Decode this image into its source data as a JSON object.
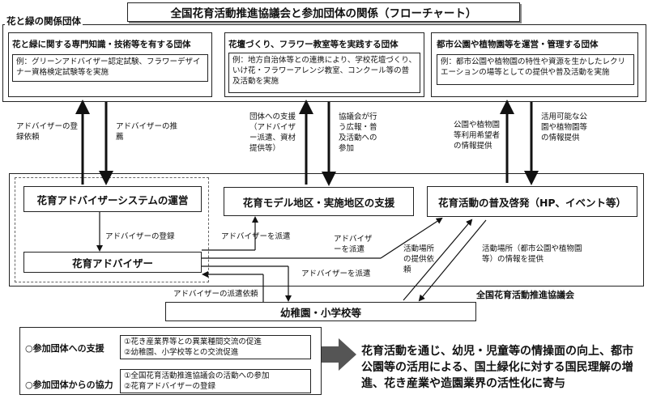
{
  "title": "全国花育活動推進協議会と参加団体の関係（フローチャート）",
  "groups": {
    "related_label": "花と緑の関係団体",
    "council_label": "全国花育活動推進協議会"
  },
  "orgs": [
    {
      "heading": "花と緑に関する専門知識・技術等を有する団体",
      "example": "例：グリーンアドバイザー認定試験、フラワーデザイナー資格検定試験等を実施"
    },
    {
      "heading": "花壇づくり、フラワー教室等を実践する団体",
      "example": "例：地方自治体等との連携により、学校花壇づくり、いけ花・フラワーアレンジ教室、コンクール等の普及活動を実施"
    },
    {
      "heading": "都市公園や植物園等を運営・管理する団体",
      "example": "例：都市公園や植物園の特性や資源を生かしたレクリエーションの場等としての提供や普及活動を実施"
    }
  ],
  "council": {
    "advisor_system": "花育アドバイザーシステムの運営",
    "advisor": "花育アドバイザー",
    "model_district": "花育モデル地区・実施地区の支援",
    "promotion": "花育活動の普及啓発（HP、イベント等）"
  },
  "school": "幼稚園・小学校等",
  "flows": {
    "advisor_register_request": "アドバイザーの登録依頼",
    "advisor_recommend": "アドバイザーの推薦",
    "group_support": "団体への支援（アドバイザー派遣、資材提供等）",
    "council_pr": "協議会が行う広報・普及活動への参加",
    "park_use_info": "公園や植物園等利用希望者の情報提供",
    "park_available": "活用可能な公園や植物園等の情報提供",
    "advisor_register": "アドバイザーの登録",
    "dispatch_1": "アドバイザーを派遣",
    "dispatch_2": "アドバイザーを派遣",
    "dispatch_3": "アドバイザーを派遣",
    "activity_place_request": "活動場所の提供依頼",
    "activity_place_info": "活動場所（都市公園や植物園等）の情報を提供",
    "dispatch_request": "アドバイザーの派遣依頼"
  },
  "bottom": {
    "support_to_label": "○参加団体への支援",
    "support_to_items": [
      "①花き産業界等との異業種間交流の促進",
      "②幼稚園、小学校等との交流促進"
    ],
    "cooperation_label": "○参加団体からの協力",
    "cooperation_items": [
      "①全国花育活動推進協議会の活動への参加",
      "②花育アドバイザーの登録"
    ],
    "outcome": "花育活動を通じ、幼児・児童等の情操面の向上、都市公園等の活用による、国土緑化に対する国民理解の増進、花き産業や造園業界の活性化に寄与"
  }
}
